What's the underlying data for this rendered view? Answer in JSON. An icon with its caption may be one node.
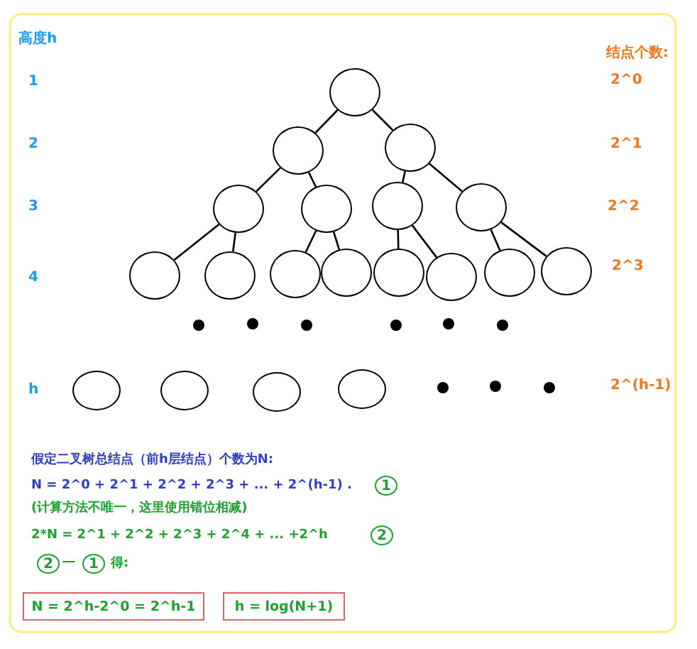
{
  "diagram": {
    "nodes": [
      {
        "text": [],
        "shape": "circle"
      },
      {
        "text": [],
        "shape": "circle"
      },
      {
        "text": [],
        "shape": "circle"
      },
      {
        "text": [],
        "shape": "circle"
      },
      {
        "text": [],
        "shape": "circle"
      },
      {
        "text": [],
        "shape": "circle"
      },
      {
        "text": [],
        "shape": "circle"
      },
      {
        "text": [],
        "shape": "circle"
      },
      {
        "text": [],
        "shape": "circle"
      },
      {
        "text": [],
        "shape": "circle"
      },
      {
        "text": [],
        "shape": "circle"
      },
      {
        "text": [],
        "shape": "circle"
      },
      {
        "text": [],
        "shape": "circle"
      },
      {
        "text": [],
        "shape": "circle"
      },
      {
        "text": [],
        "shape": "circle"
      },
      {
        "text": [],
        "shape": "circle"
      },
      {
        "text": [],
        "shape": "circle"
      },
      {
        "text": [],
        "shape": "circle"
      },
      {
        "text": [],
        "shape": "circle"
      },
      {
        "text": [
          "1"
        ]
      },
      {
        "text": [
          "2"
        ]
      },
      {
        "text": [
          "2"
        ]
      },
      {
        "text": [
          "1"
        ]
      },
      {
        "text": [
          "N = 2^h-2^0 = 2^h-1"
        ]
      },
      {
        "text": [
          "h = log(N+1)"
        ]
      }
    ],
    "edges": [
      {
        "from": 0,
        "to": 1,
        "arrow": "none"
      },
      {
        "from": 0,
        "to": 2,
        "arrow": "none"
      },
      {
        "from": 1,
        "to": 3,
        "arrow": "none"
      },
      {
        "from": 1,
        "to": 4,
        "arrow": "none"
      },
      {
        "from": 2,
        "to": 5,
        "arrow": "none"
      },
      {
        "from": 2,
        "to": 6,
        "arrow": "none"
      },
      {
        "from": 3,
        "to": 7,
        "arrow": "none"
      },
      {
        "from": 3,
        "to": 8,
        "arrow": "none"
      },
      {
        "from": 4,
        "to": 9,
        "arrow": "none"
      },
      {
        "from": 4,
        "to": 10,
        "arrow": "none"
      },
      {
        "from": 5,
        "to": 11,
        "arrow": "none"
      },
      {
        "from": 5,
        "to": 12,
        "arrow": "none"
      },
      {
        "from": 6,
        "to": 13,
        "arrow": "none"
      },
      {
        "from": 6,
        "to": 14,
        "arrow": "none"
      }
    ],
    "labels": [
      "高度h",
      "结点个数:",
      "1",
      "2^0",
      "2",
      "2^1",
      "3",
      "2^2",
      "4",
      "2^3",
      "h",
      "2^(h-1)",
      "假定二叉树总结点（前h层结点）个数为N:",
      "N = 2^0 + 2^1 + 2^2 + 2^3 + ... + 2^(h-1) .",
      "(计算方法不唯一，这里使用错位相减)",
      "2*N = 2^1 + 2^2 + 2^3 + 2^4 + ... +2^h",
      "一",
      "得:"
    ]
  }
}
